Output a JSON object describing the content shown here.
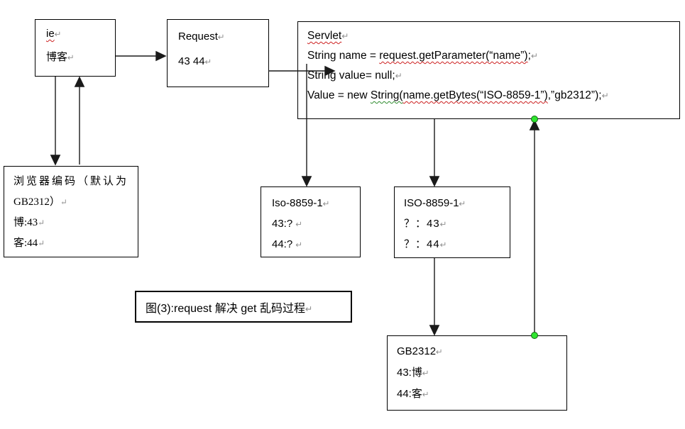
{
  "pm": "↵",
  "colors": {
    "line_black": "#1a1a1a",
    "handle_green_fill": "#2fe52f",
    "handle_green_stroke": "#156615",
    "squiggly_red": "#cc1f1f",
    "squiggly_green": "#2e8b2e"
  },
  "boxes": {
    "ie": {
      "line1": "ie",
      "line2": "博客"
    },
    "request": {
      "line1": "Request",
      "line2": "43 44"
    },
    "servlet": {
      "title": "Servlet",
      "line1_pre": "String name = ",
      "line1_code": "request.getParameter(“name”)",
      "line1_post": ";",
      "line2": "String value= null;",
      "line3_pre": "Value = new ",
      "line3_class": "String(",
      "line3_bytes": "name.getBytes(“ISO-8859-1”)",
      "line3_post": ",”gb2312”);"
    },
    "browser": {
      "line1": "浏览器编码（默认为",
      "line2": "GB2312）",
      "line3": "博:43",
      "line4": "客:44"
    },
    "iso_lower": {
      "line1": "Iso-8859-1",
      "line2": "43:? ",
      "line3": "44:? "
    },
    "iso_upper": {
      "line1": "ISO-8859-1",
      "line2": "？：43",
      "line3": "？：44"
    },
    "gb2312": {
      "line1": "GB2312",
      "line2": "43:博",
      "line3": "44:客"
    }
  },
  "caption": "图(3):request 解决 get 乱码过程"
}
